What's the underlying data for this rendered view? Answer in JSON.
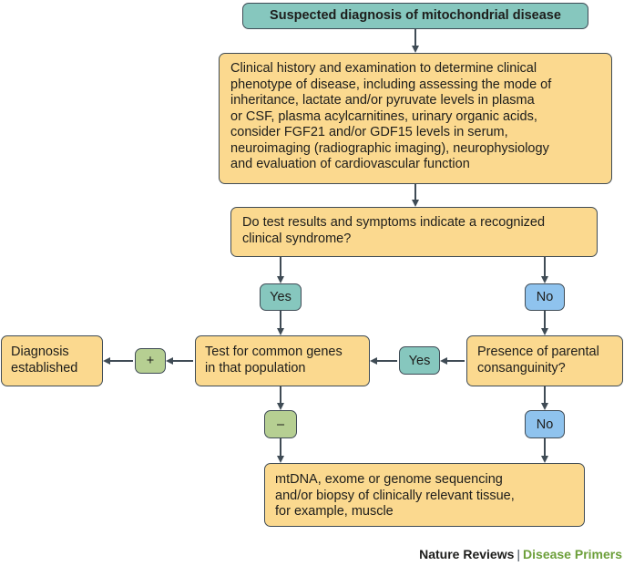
{
  "nodes": {
    "start": "Suspected diagnosis of mitochondrial disease",
    "clinical_history": [
      "Clinical history and examination to determine clinical",
      "phenotype of disease, including assessing the mode of",
      "inheritance, lactate and/or pyruvate levels in plasma",
      "or CSF, plasma acylcarnitines, urinary organic acids,",
      "consider FGF21 and/or GDF15 levels in serum,",
      "neuroimaging (radiographic imaging), neurophysiology",
      "and evaluation of cardiovascular function"
    ],
    "question_syndrome": [
      "Do test results and symptoms indicate a recognized",
      "clinical syndrome?"
    ],
    "yes_1": "Yes",
    "no_1": "No",
    "test_common_genes": [
      "Test for common genes",
      "in that population"
    ],
    "diagnosis_established": [
      "Diagnosis",
      "established"
    ],
    "plus": "+",
    "yes_2": "Yes",
    "parental_consanguinity": [
      "Presence of parental",
      "consanguinity?"
    ],
    "minus": "–",
    "no_2": "No",
    "sequencing": [
      "mtDNA, exome or genome sequencing",
      "and/or biopsy of clinically relevant tissue,",
      "for example, muscle"
    ]
  },
  "footer": {
    "publisher": "Nature Reviews",
    "separator": "|",
    "journal": "Disease Primers"
  },
  "colors": {
    "yellow": "#fbd98f",
    "teal": "#86c7be",
    "blue": "#8fc3ee",
    "green": "#b6cf92",
    "outline": "#3f4b55",
    "journal_green": "#6c9f3a"
  }
}
